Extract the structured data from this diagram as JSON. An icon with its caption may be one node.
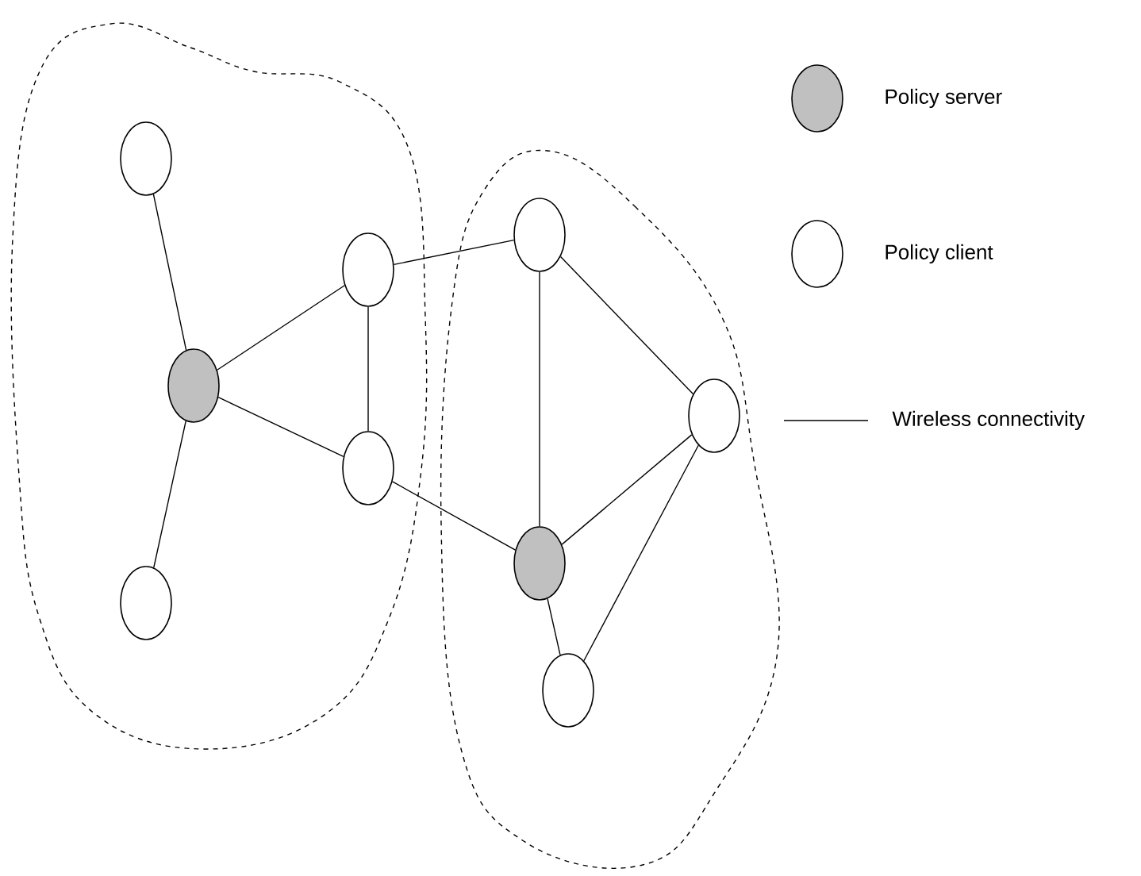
{
  "diagram": {
    "nodes": [
      {
        "text": [],
        "shape": "cloud"
      },
      {
        "text": [],
        "shape": "circle",
        "in": 0
      },
      {
        "text": [],
        "shape": "disc",
        "in": 0
      },
      {
        "text": [],
        "shape": "circle",
        "in": 0
      },
      {
        "text": [],
        "shape": "circle",
        "in": 0
      },
      {
        "text": [],
        "shape": "circle",
        "in": 0
      },
      {
        "text": [],
        "shape": "cloud"
      },
      {
        "text": [],
        "shape": "circle",
        "in": 6
      },
      {
        "text": [],
        "shape": "disc",
        "in": 6
      },
      {
        "text": [],
        "shape": "circle",
        "in": 6
      },
      {
        "text": [],
        "shape": "circle",
        "in": 6
      }
    ],
    "edges": [
      {
        "from": 1,
        "to": 2,
        "arrow": "none"
      },
      {
        "from": 2,
        "to": 5,
        "arrow": "none"
      },
      {
        "from": 2,
        "to": 3,
        "arrow": "none"
      },
      {
        "from": 2,
        "to": 4,
        "arrow": "none"
      },
      {
        "from": 3,
        "to": 4,
        "arrow": "none"
      },
      {
        "from": 3,
        "to": 7,
        "arrow": "none"
      },
      {
        "from": 4,
        "to": 8,
        "arrow": "none"
      },
      {
        "from": 7,
        "to": 8,
        "arrow": "none"
      },
      {
        "from": 7,
        "to": 9,
        "arrow": "none"
      },
      {
        "from": 8,
        "to": 9,
        "arrow": "none"
      },
      {
        "from": 8,
        "to": 10,
        "arrow": "none"
      },
      {
        "from": 10,
        "to": 9,
        "arrow": "none"
      }
    ],
    "legend": [
      {
        "text": "Policy server"
      },
      {
        "text": "Policy client"
      },
      {
        "text": "Wireless connectivity"
      }
    ]
  }
}
